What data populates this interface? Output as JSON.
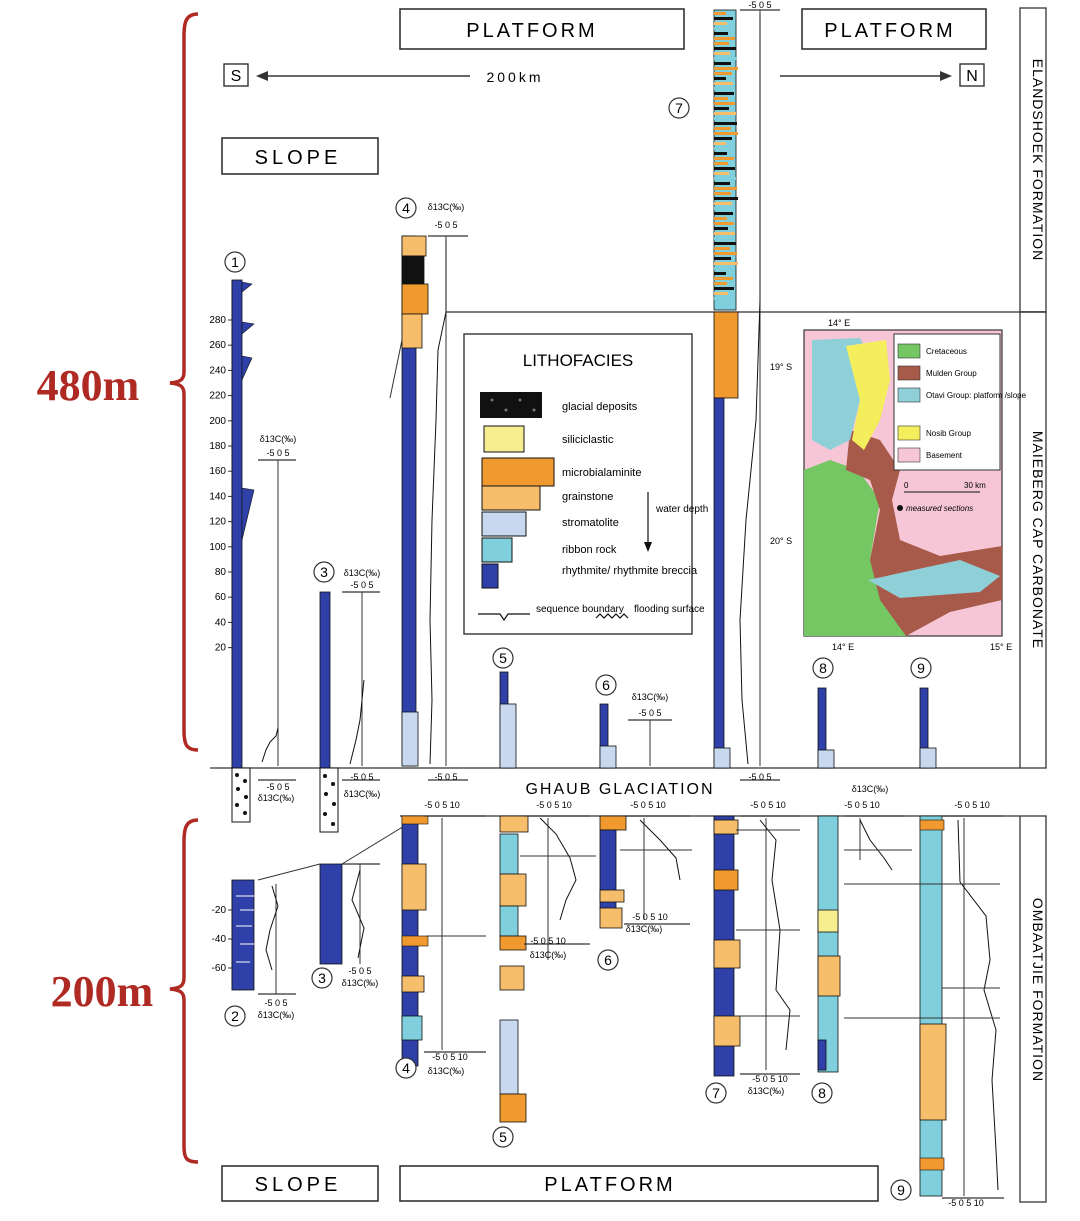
{
  "labels": {
    "platform": "PLATFORM",
    "slope": "SLOPE",
    "distance": "200km",
    "south": "S",
    "north": "N",
    "ghaub": "GHAUB GLACIATION",
    "upper_thickness": "480m",
    "lower_thickness": "200m",
    "delta_axis": "δ13C(‰)",
    "form_top": "ELANDSHOEK FORMATION",
    "form_mid": "MAIEBERG CAP CARBONATE",
    "form_bot": "OMBAATJIE FORMATION"
  },
  "section_numbers": [
    "1",
    "2",
    "3",
    "4",
    "5",
    "6",
    "7",
    "8",
    "9"
  ],
  "depth_ticks_upper": [
    "280",
    "260",
    "240",
    "220",
    "200",
    "180",
    "160",
    "140",
    "120",
    "100",
    "80",
    "60",
    "40",
    "20"
  ],
  "depth_ticks_lower": [
    "-20",
    "-40",
    "-60"
  ],
  "delta_ticks_small": [
    "-5",
    "0",
    "5"
  ],
  "delta_ticks_wide": [
    "-5",
    "0",
    "5",
    "10"
  ],
  "legend": {
    "title": "LITHOFACIES",
    "items": [
      {
        "label": "glacial deposits",
        "color": "#111111"
      },
      {
        "label": "siliciclastic",
        "color": "#f7ef8f"
      },
      {
        "label": "microbialaminite",
        "color": "#f0992e"
      },
      {
        "label": "grainstone",
        "color": "#f6be6a"
      },
      {
        "label": "stromatolite",
        "color": "#c8d8ee"
      },
      {
        "label": "ribbon rock",
        "color": "#7fd0dc"
      },
      {
        "label": "rhythmite/ rhythmite breccia",
        "color": "#2f40a8"
      }
    ],
    "water_depth": "water depth",
    "sequence_boundary": "sequence boundary",
    "flooding_surface": "flooding surface"
  },
  "map": {
    "lat_top": "14° E",
    "lat_19": "19° S",
    "lat_20": "20° S",
    "lon_14": "14° E",
    "lon_15": "15° E",
    "scale": "0",
    "scale_end": "30 km",
    "measured": "measured sections",
    "legend": [
      {
        "label": "Cretaceous",
        "color": "#74c763"
      },
      {
        "label": "Mulden Group",
        "color": "#a85a4a"
      },
      {
        "label": "Otavi Group: platform /slope",
        "color": "#8fd0d8"
      },
      {
        "label": "Nosib Group",
        "color": "#f4ee5c"
      },
      {
        "label": "Basement",
        "color": "#f6c6d6"
      }
    ]
  },
  "colors": {
    "accent_red": "#b02a24",
    "rhythmite": "#2f40a8",
    "grainstone": "#f6be6a",
    "microbialaminite": "#f0992e",
    "stromatolite": "#c8d8ee",
    "ribbon": "#7fd0dc"
  }
}
